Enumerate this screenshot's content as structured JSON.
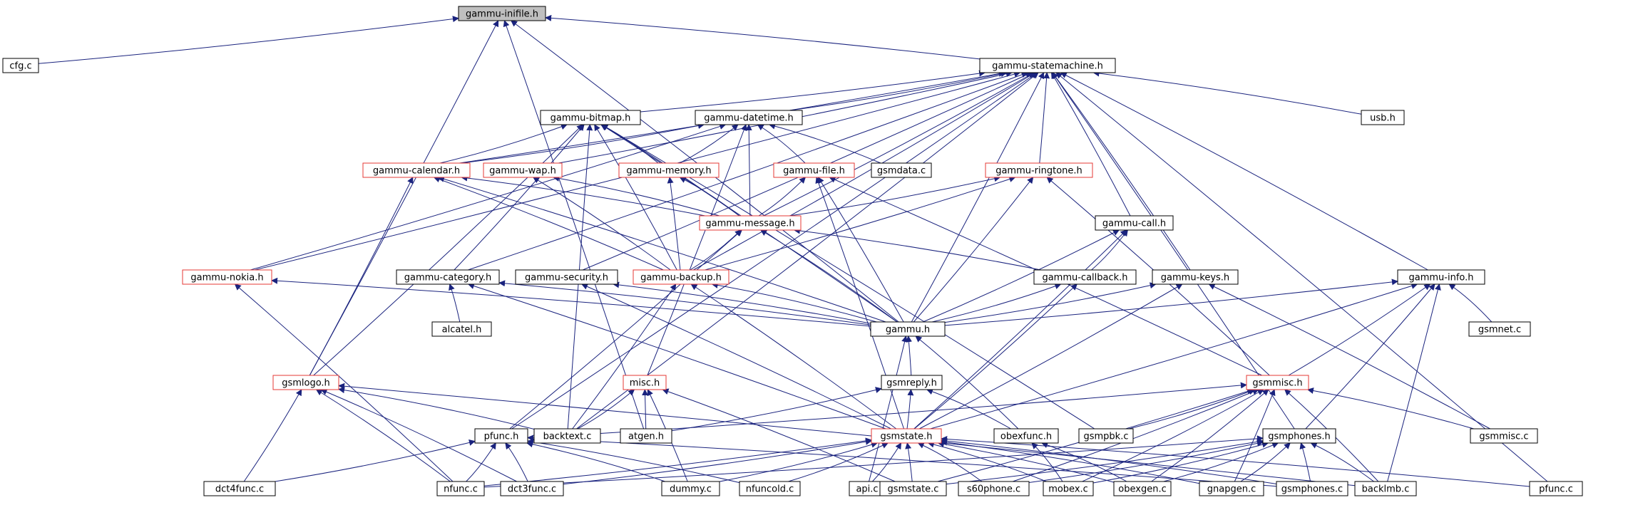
{
  "title": "gammu-inifile.h",
  "colors": {
    "edge": "#1a237e",
    "border_normal": "#000000",
    "border_truncated": "#e53935",
    "root_fill": "#bfbfbf",
    "node_fill": "#ffffff",
    "text": "#000000"
  },
  "nodes": [
    {
      "id": "n01",
      "label": "gammu-inifile.h",
      "kind": "root"
    },
    {
      "id": "n02",
      "label": "cfg.c",
      "kind": "normal"
    },
    {
      "id": "n03",
      "label": "gammu-statemachine.h",
      "kind": "normal"
    },
    {
      "id": "n04",
      "label": "gammu-bitmap.h",
      "kind": "normal"
    },
    {
      "id": "n05",
      "label": "gammu-datetime.h",
      "kind": "normal"
    },
    {
      "id": "n06",
      "label": "usb.h",
      "kind": "normal"
    },
    {
      "id": "n07",
      "label": "gammu-calendar.h",
      "kind": "truncated"
    },
    {
      "id": "n08",
      "label": "gammu-wap.h",
      "kind": "truncated"
    },
    {
      "id": "n09",
      "label": "gammu-memory.h",
      "kind": "truncated"
    },
    {
      "id": "n10",
      "label": "gammu-file.h",
      "kind": "truncated"
    },
    {
      "id": "n11",
      "label": "gsmdata.c",
      "kind": "normal"
    },
    {
      "id": "n12",
      "label": "gammu-ringtone.h",
      "kind": "truncated"
    },
    {
      "id": "n13",
      "label": "gammu-message.h",
      "kind": "truncated"
    },
    {
      "id": "n14",
      "label": "gammu-call.h",
      "kind": "normal"
    },
    {
      "id": "n15",
      "label": "gammu-nokia.h",
      "kind": "truncated"
    },
    {
      "id": "n16",
      "label": "gammu-category.h",
      "kind": "normal"
    },
    {
      "id": "n17",
      "label": "gammu-security.h",
      "kind": "normal"
    },
    {
      "id": "n18",
      "label": "gammu-backup.h",
      "kind": "truncated"
    },
    {
      "id": "n19",
      "label": "gammu-callback.h",
      "kind": "normal"
    },
    {
      "id": "n20",
      "label": "gammu-keys.h",
      "kind": "normal"
    },
    {
      "id": "n21",
      "label": "gammu-info.h",
      "kind": "normal"
    },
    {
      "id": "n22",
      "label": "alcatel.h",
      "kind": "normal"
    },
    {
      "id": "n23",
      "label": "gammu.h",
      "kind": "normal"
    },
    {
      "id": "n24",
      "label": "gsmnet.c",
      "kind": "normal"
    },
    {
      "id": "n25",
      "label": "gsmlogo.h",
      "kind": "truncated"
    },
    {
      "id": "n26",
      "label": "misc.h",
      "kind": "truncated"
    },
    {
      "id": "n27",
      "label": "gsmreply.h",
      "kind": "normal"
    },
    {
      "id": "n28",
      "label": "gsmmisc.h",
      "kind": "truncated"
    },
    {
      "id": "n29",
      "label": "pfunc.h",
      "kind": "normal"
    },
    {
      "id": "n30",
      "label": "backtext.c",
      "kind": "normal"
    },
    {
      "id": "n31",
      "label": "atgen.h",
      "kind": "normal"
    },
    {
      "id": "n32",
      "label": "gsmstate.h",
      "kind": "truncated"
    },
    {
      "id": "n33",
      "label": "obexfunc.h",
      "kind": "normal"
    },
    {
      "id": "n34",
      "label": "gsmpbk.c",
      "kind": "normal"
    },
    {
      "id": "n35",
      "label": "gsmphones.h",
      "kind": "normal"
    },
    {
      "id": "n36",
      "label": "gsmmisc.c",
      "kind": "normal"
    },
    {
      "id": "n37",
      "label": "dct4func.c",
      "kind": "normal"
    },
    {
      "id": "n38",
      "label": "nfunc.c",
      "kind": "normal"
    },
    {
      "id": "n39",
      "label": "dct3func.c",
      "kind": "normal"
    },
    {
      "id": "n40",
      "label": "dummy.c",
      "kind": "normal"
    },
    {
      "id": "n41",
      "label": "nfuncold.c",
      "kind": "normal"
    },
    {
      "id": "n42",
      "label": "api.c",
      "kind": "normal"
    },
    {
      "id": "n43",
      "label": "gsmstate.c",
      "kind": "normal"
    },
    {
      "id": "n44",
      "label": "s60phone.c",
      "kind": "normal"
    },
    {
      "id": "n45",
      "label": "mobex.c",
      "kind": "normal"
    },
    {
      "id": "n46",
      "label": "obexgen.c",
      "kind": "normal"
    },
    {
      "id": "n47",
      "label": "gnapgen.c",
      "kind": "normal"
    },
    {
      "id": "n48",
      "label": "gsmphones.c",
      "kind": "normal"
    },
    {
      "id": "n49",
      "label": "backlmb.c",
      "kind": "normal"
    },
    {
      "id": "n50",
      "label": "pfunc.c",
      "kind": "normal"
    }
  ],
  "edges": [
    [
      "n02",
      "n01"
    ],
    [
      "n03",
      "n01"
    ],
    [
      "n23",
      "n01"
    ],
    [
      "n31",
      "n01"
    ],
    [
      "n25",
      "n01"
    ],
    [
      "n04",
      "n03"
    ],
    [
      "n05",
      "n03"
    ],
    [
      "n06",
      "n03"
    ],
    [
      "n12",
      "n03"
    ],
    [
      "n14",
      "n03"
    ],
    [
      "n20",
      "n03"
    ],
    [
      "n21",
      "n03"
    ],
    [
      "n23",
      "n03"
    ],
    [
      "n07",
      "n03"
    ],
    [
      "n15",
      "n03"
    ],
    [
      "n16",
      "n03"
    ],
    [
      "n17",
      "n03"
    ],
    [
      "n18",
      "n03"
    ],
    [
      "n29",
      "n03"
    ],
    [
      "n35",
      "n03"
    ],
    [
      "n30",
      "n03"
    ],
    [
      "n50",
      "n03"
    ],
    [
      "n08",
      "n03"
    ],
    [
      "n13",
      "n03"
    ],
    [
      "n07",
      "n04"
    ],
    [
      "n09",
      "n04"
    ],
    [
      "n13",
      "n04"
    ],
    [
      "n18",
      "n04"
    ],
    [
      "n25",
      "n04"
    ],
    [
      "n34",
      "n04"
    ],
    [
      "n30",
      "n04"
    ],
    [
      "n16",
      "n04"
    ],
    [
      "n23",
      "n04"
    ],
    [
      "n07",
      "n05"
    ],
    [
      "n09",
      "n05"
    ],
    [
      "n10",
      "n05"
    ],
    [
      "n11",
      "n05"
    ],
    [
      "n13",
      "n05"
    ],
    [
      "n15",
      "n05"
    ],
    [
      "n26",
      "n05"
    ],
    [
      "n13",
      "n09"
    ],
    [
      "n18",
      "n09"
    ],
    [
      "n13",
      "n10"
    ],
    [
      "n23",
      "n10"
    ],
    [
      "n32",
      "n10"
    ],
    [
      "n28",
      "n10"
    ],
    [
      "n13",
      "n07"
    ],
    [
      "n25",
      "n07"
    ],
    [
      "n23",
      "n07"
    ],
    [
      "n18",
      "n07"
    ],
    [
      "n18",
      "n08"
    ],
    [
      "n13",
      "n08"
    ],
    [
      "n13",
      "n12"
    ],
    [
      "n18",
      "n12"
    ],
    [
      "n23",
      "n12"
    ],
    [
      "n28",
      "n12"
    ],
    [
      "n18",
      "n13"
    ],
    [
      "n23",
      "n13"
    ],
    [
      "n19",
      "n13"
    ],
    [
      "n29",
      "n13"
    ],
    [
      "n19",
      "n14"
    ],
    [
      "n23",
      "n14"
    ],
    [
      "n32",
      "n14"
    ],
    [
      "n23",
      "n15"
    ],
    [
      "n38",
      "n15"
    ],
    [
      "n22",
      "n16"
    ],
    [
      "n23",
      "n16"
    ],
    [
      "n32",
      "n16"
    ],
    [
      "n23",
      "n17"
    ],
    [
      "n32",
      "n17"
    ],
    [
      "n23",
      "n18"
    ],
    [
      "n30",
      "n18"
    ],
    [
      "n32",
      "n18"
    ],
    [
      "n23",
      "n19"
    ],
    [
      "n32",
      "n19"
    ],
    [
      "n23",
      "n20"
    ],
    [
      "n32",
      "n20"
    ],
    [
      "n36",
      "n20"
    ],
    [
      "n23",
      "n21"
    ],
    [
      "n24",
      "n21"
    ],
    [
      "n28",
      "n21"
    ],
    [
      "n35",
      "n21"
    ],
    [
      "n32",
      "n21"
    ],
    [
      "n49",
      "n21"
    ],
    [
      "n27",
      "n23"
    ],
    [
      "n33",
      "n23"
    ],
    [
      "n42",
      "n23"
    ],
    [
      "n30",
      "n25"
    ],
    [
      "n39",
      "n25"
    ],
    [
      "n37",
      "n25"
    ],
    [
      "n38",
      "n25"
    ],
    [
      "n49",
      "n25"
    ],
    [
      "n30",
      "n26"
    ],
    [
      "n31",
      "n26"
    ],
    [
      "n40",
      "n26"
    ],
    [
      "n43",
      "n26"
    ],
    [
      "n32",
      "n27"
    ],
    [
      "n31",
      "n27"
    ],
    [
      "n33",
      "n27"
    ],
    [
      "n30",
      "n28"
    ],
    [
      "n34",
      "n28"
    ],
    [
      "n36",
      "n28"
    ],
    [
      "n43",
      "n28"
    ],
    [
      "n45",
      "n28"
    ],
    [
      "n46",
      "n28"
    ],
    [
      "n49",
      "n28"
    ],
    [
      "n44",
      "n28"
    ],
    [
      "n47",
      "n28"
    ],
    [
      "n37",
      "n29"
    ],
    [
      "n38",
      "n29"
    ],
    [
      "n39",
      "n29"
    ],
    [
      "n40",
      "n29"
    ],
    [
      "n41",
      "n29"
    ],
    [
      "n48",
      "n29"
    ],
    [
      "n38",
      "n32"
    ],
    [
      "n39",
      "n32"
    ],
    [
      "n40",
      "n32"
    ],
    [
      "n41",
      "n32"
    ],
    [
      "n42",
      "n32"
    ],
    [
      "n43",
      "n32"
    ],
    [
      "n44",
      "n32"
    ],
    [
      "n45",
      "n32"
    ],
    [
      "n46",
      "n32"
    ],
    [
      "n47",
      "n32"
    ],
    [
      "n48",
      "n32"
    ],
    [
      "n50",
      "n32"
    ],
    [
      "n45",
      "n33"
    ],
    [
      "n46",
      "n33"
    ],
    [
      "n38",
      "n35"
    ],
    [
      "n43",
      "n35"
    ],
    [
      "n44",
      "n35"
    ],
    [
      "n45",
      "n35"
    ],
    [
      "n46",
      "n35"
    ],
    [
      "n47",
      "n35"
    ],
    [
      "n48",
      "n35"
    ],
    [
      "n49",
      "n35"
    ]
  ]
}
